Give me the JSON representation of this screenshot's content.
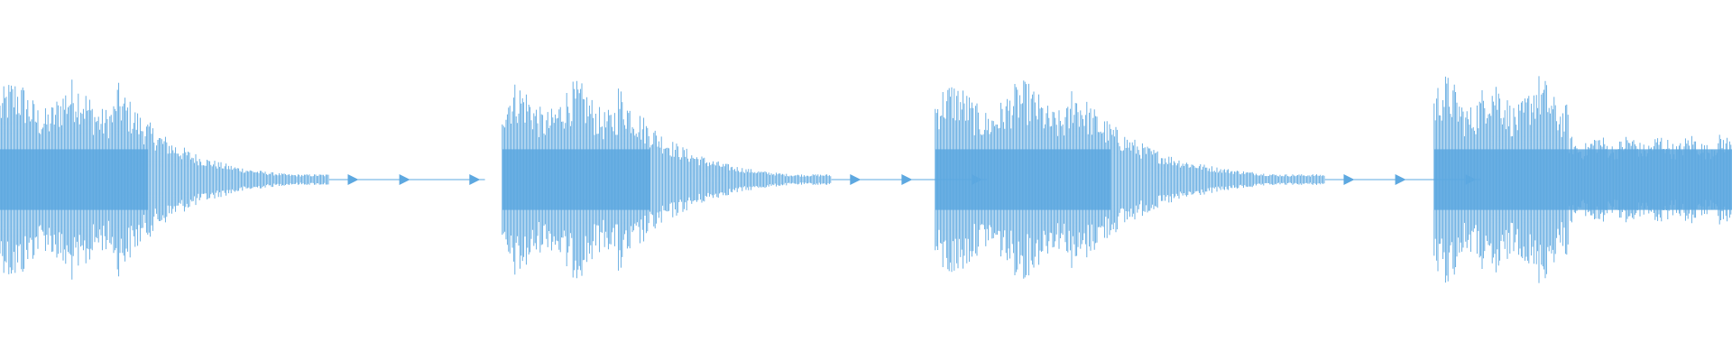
{
  "waveform": {
    "color": "#5DA8E0",
    "background": "#FFFFFF",
    "segments": [
      {
        "onset_fraction": 0.0,
        "length_fraction": 0.19,
        "peak_amplitude": 0.95,
        "sustain_level": 0.05,
        "shape": "decay-with-tail"
      },
      {
        "onset_fraction": 0.29,
        "length_fraction": 0.19,
        "peak_amplitude": 0.92,
        "sustain_level": 0.05,
        "shape": "decay-with-tail"
      },
      {
        "onset_fraction": 0.54,
        "length_fraction": 0.225,
        "peak_amplitude": 0.92,
        "sustain_level": 0.05,
        "shape": "decay-with-tail"
      },
      {
        "onset_fraction": 0.828,
        "length_fraction": 0.172,
        "peak_amplitude": 0.98,
        "sustain_level": 0.38,
        "shape": "sustained"
      }
    ]
  }
}
